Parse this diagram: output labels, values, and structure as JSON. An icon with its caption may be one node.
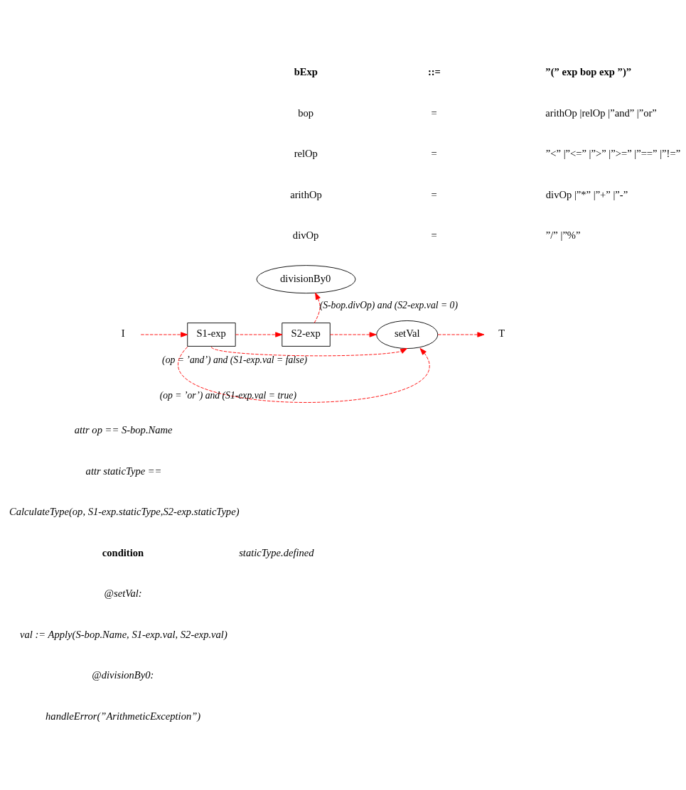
{
  "diagram": {
    "nodes": [
      {
        "text": [
          "I"
        ]
      },
      {
        "text": [
          "S1-exp"
        ]
      },
      {
        "text": [
          "S2-exp"
        ]
      },
      {
        "text": [
          "divisionBy0"
        ]
      },
      {
        "text": [
          "setVal"
        ]
      },
      {
        "text": [
          "T"
        ]
      }
    ],
    "edges": [
      {
        "from": 0,
        "to": 1,
        "arrow": "to",
        "style": "dashed",
        "color": "#ff0000"
      },
      {
        "from": 1,
        "to": 2,
        "arrow": "to",
        "style": "dashed",
        "color": "#ff0000"
      },
      {
        "from": 2,
        "to": 4,
        "arrow": "to",
        "style": "dashed",
        "color": "#ff0000"
      },
      {
        "from": 2,
        "to": 3,
        "arrow": "to",
        "label": "(S-bop.divOp) and (S2-exp.val = 0)",
        "style": "dashed",
        "color": "#ff0000"
      },
      {
        "from": 4,
        "to": 5,
        "arrow": "to",
        "style": "dashed",
        "color": "#ff0000"
      },
      {
        "from": 1,
        "to": 4,
        "arrow": "to",
        "label": "(op = ’and’) and (S1-exp.val = false)",
        "style": "dashed",
        "color": "#ff0000"
      },
      {
        "from": 1,
        "to": 4,
        "arrow": "to",
        "label": "(op = ’or’) and (S1-exp.val = true)",
        "style": "dashed",
        "color": "#ff0000"
      }
    ],
    "labels": [
      "bExp",
      "::=",
      "”(” exp bop exp ”)”",
      "bop",
      "=",
      "arithOp |relOp |”and” |”or”",
      "relOp",
      "=",
      "”<” |”<=” |”>” |”>=” |”==” |”!=”",
      "arithOp",
      "=",
      "divOp |”*” |”+” |”-”",
      "divOp",
      "=",
      "”/” |”%”",
      "attr op == S-bop.Name",
      "attr staticType ==",
      "CalculateType(op, S1-exp.staticType,S2-exp.staticType)",
      "condition",
      "staticType.defined",
      "@setVal:",
      "val := Apply(S-bop.Name, S1-exp.val, S2-exp.val)",
      "@divisionBy0:",
      "handleError(”ArithmeticException”)"
    ]
  }
}
